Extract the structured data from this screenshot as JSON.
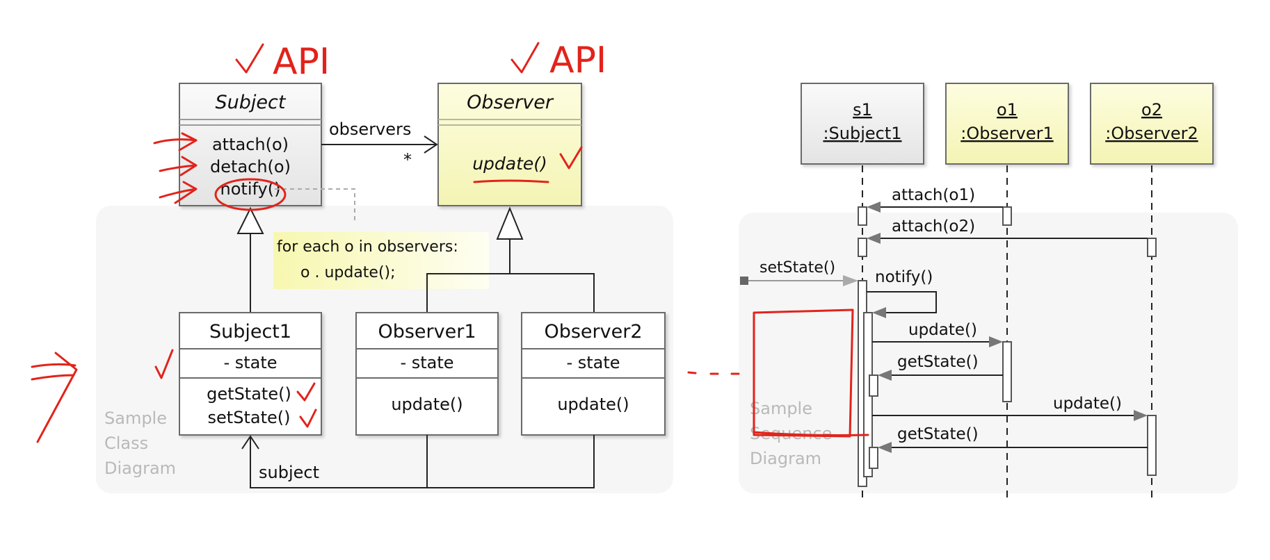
{
  "class_diagram": {
    "label": [
      "Sample",
      "Class",
      "Diagram"
    ],
    "subject": {
      "name": "Subject",
      "ops": [
        "attach(o)",
        "detach(o)",
        "notify()"
      ]
    },
    "observer": {
      "name": "Observer",
      "ops": [
        "update()"
      ]
    },
    "assoc_label": "observers",
    "multiplicity": "*",
    "note": [
      "for each o in observers:",
      "o . update();"
    ],
    "subject1": {
      "name": "Subject1",
      "attr": "- state",
      "ops": [
        "getState()",
        "setState()"
      ]
    },
    "observer1": {
      "name": "Observer1",
      "attr": "- state",
      "op": "update()"
    },
    "observer2": {
      "name": "Observer2",
      "attr": "- state",
      "op": "update()"
    },
    "back_assoc_label": "subject"
  },
  "sequence_diagram": {
    "label": [
      "Sample",
      "Sequence",
      "Diagram"
    ],
    "lifelines": [
      {
        "id": "s1",
        "type": ":Subject1"
      },
      {
        "id": "o1",
        "type": ":Observer1"
      },
      {
        "id": "o2",
        "type": ":Observer2"
      }
    ],
    "messages": [
      "attach(o1)",
      "attach(o2)",
      "setState()",
      "notify()",
      "update()",
      "getState()",
      "update()",
      "getState()"
    ]
  },
  "annotations": {
    "api_1": "API",
    "api_2": "API"
  },
  "colors": {
    "abstract_fill": "#ececec",
    "interface_fill": "#fbfbc8",
    "note_fill": "#fbfbc8",
    "annotation": "#e2231a",
    "line": "#222222",
    "label_gray": "#b9b9b9"
  }
}
